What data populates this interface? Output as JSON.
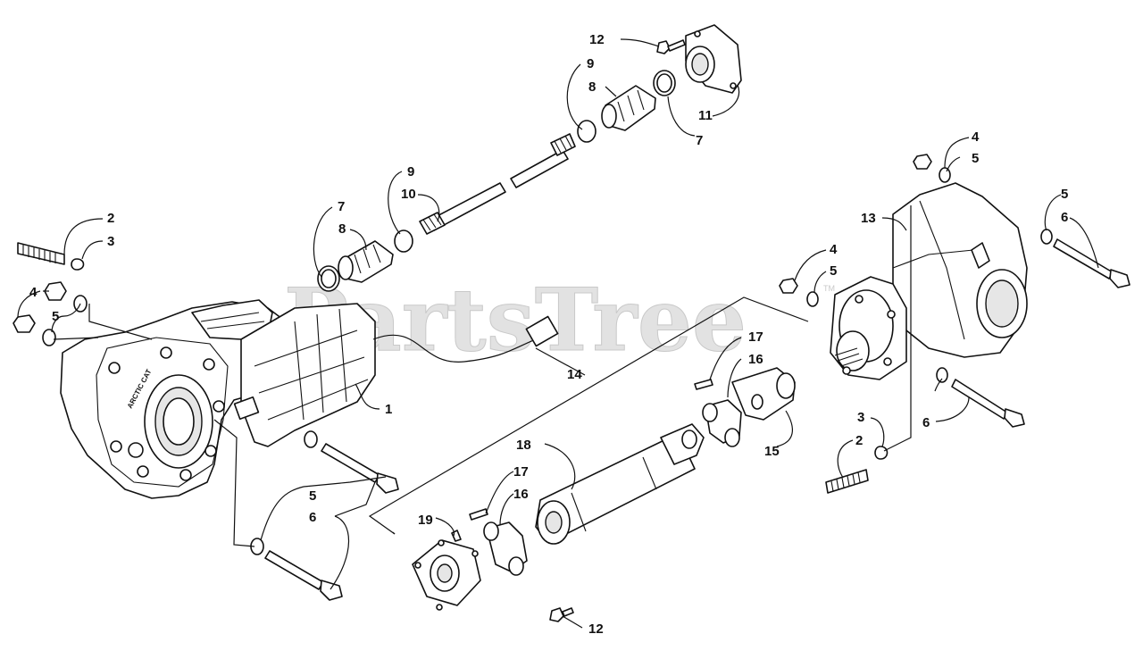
{
  "watermark": {
    "text": "PartsTree",
    "trademark": "TM"
  },
  "housing_marking": "ARCTIC CAT",
  "callouts": {
    "c1": "1",
    "c2_left": "2",
    "c2_right": "2",
    "c3_left": "3",
    "c3_right": "3",
    "c4_a": "4",
    "c4_b": "4",
    "c4_c": "4",
    "c5_a": "5",
    "c5_b": "5",
    "c5_c": "5",
    "c5_d": "5",
    "c5_e": "5",
    "c6_a": "6",
    "c6_b": "6",
    "c6_c": "6",
    "c7_a": "7",
    "c7_b": "7",
    "c8_a": "8",
    "c8_b": "8",
    "c9_a": "9",
    "c9_b": "9",
    "c10": "10",
    "c11": "11",
    "c12_a": "12",
    "c12_b": "12",
    "c13": "13",
    "c14": "14",
    "c15": "15",
    "c16_a": "16",
    "c16_b": "16",
    "c17_a": "17",
    "c17_b": "17",
    "c18": "18",
    "c19": "19"
  }
}
